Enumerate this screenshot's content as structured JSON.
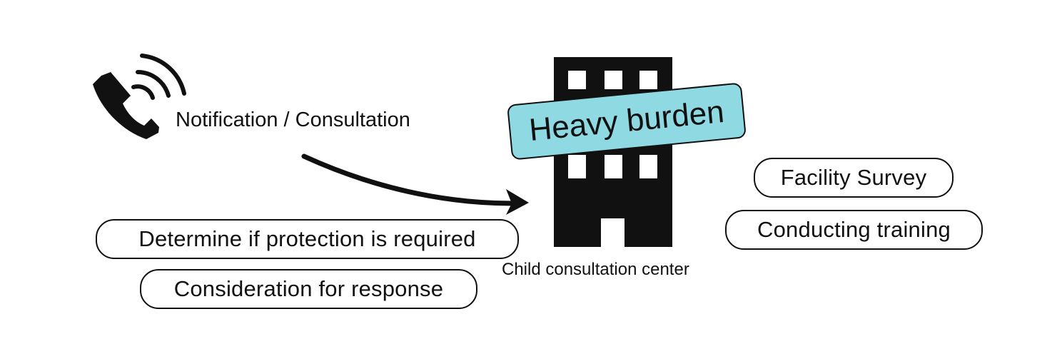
{
  "notification_label": "Notification / Consultation",
  "center": {
    "label": "Child consultation center",
    "burden_label": "Heavy burden"
  },
  "left_tasks": [
    "Determine if protection is required",
    "Consideration for response"
  ],
  "right_tasks": [
    "Facility Survey",
    "Conducting training"
  ],
  "icons": [
    "phone-icon",
    "building-icon",
    "arrow-icon"
  ],
  "colors": {
    "burden_fill": "#8fd9e3",
    "stroke": "#111111"
  }
}
